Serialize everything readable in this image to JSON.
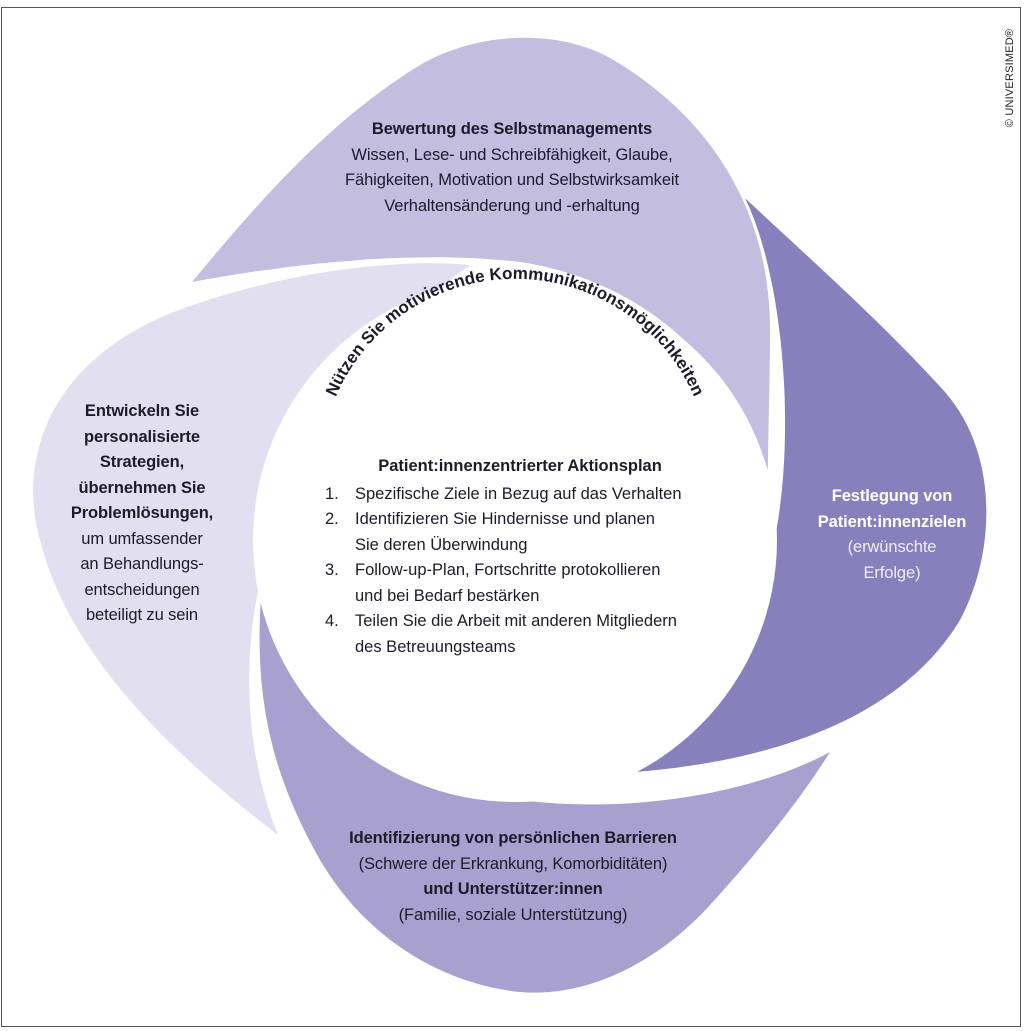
{
  "copyright": "© UNIVERSIMED®",
  "arc_text": "Nützen Sie motivierende Kommunikationsmöglichkeiten",
  "top": {
    "title": "Bewertung des Selbstmanagements",
    "lines": [
      "Wissen, Lese- und Schreibfähigkeit, Glaube,",
      "Fähigkeiten, Motivation und Selbstwirksamkeit",
      "Verhaltensänderung und -erhaltung"
    ]
  },
  "right": {
    "title_lines": [
      "Festlegung von",
      "Patient:innenzielen"
    ],
    "sub_lines": [
      "(erwünschte",
      "Erfolge)"
    ]
  },
  "bottom": {
    "title1": "Identifizierung von persönlichen Barrieren",
    "sub1": "(Schwere der Erkrankung, Komorbiditäten)",
    "title2": "und Unterstützer:innen",
    "sub2": "(Familie, soziale Unterstützung)"
  },
  "left": {
    "bold_lines": [
      "Entwickeln Sie",
      "personalisierte",
      "Strategien,",
      "übernehmen Sie",
      "Problemlösungen,"
    ],
    "normal_lines": [
      "um umfassender",
      "an Behandlungs-",
      "entscheidungen",
      "beteiligt zu sein"
    ]
  },
  "center": {
    "title": "Patient:innenzentrierter Aktionsplan",
    "items": [
      {
        "num": "1.",
        "lines": [
          "Spezifische Ziele in Bezug auf das Verhalten"
        ]
      },
      {
        "num": "2.",
        "lines": [
          "Identifizieren Sie Hindernisse und planen",
          "Sie deren Überwindung"
        ]
      },
      {
        "num": "3.",
        "lines": [
          "Follow-up-Plan, Fortschritte protokollieren",
          "und bei Bedarf bestärken"
        ]
      },
      {
        "num": "4.",
        "lines": [
          "Teilen Sie die Arbeit mit anderen Mitgliedern",
          "des Betreuungsteams"
        ]
      }
    ]
  },
  "colors": {
    "top_petal": "#c3bddf",
    "right_petal": "#8880bd",
    "bottom_petal": "#a8a1d0",
    "left_petal": "#e2dff0"
  }
}
